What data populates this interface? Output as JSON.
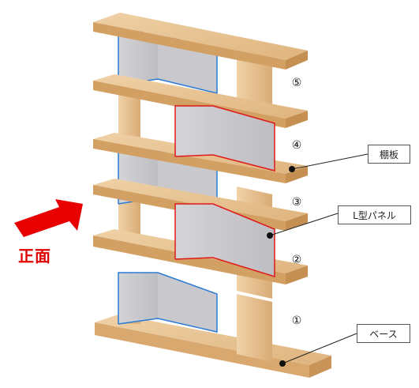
{
  "labels": {
    "shelf_board": "棚板",
    "l_panel": "L型パネル",
    "base": "ベース",
    "front": "正面"
  },
  "levels": [
    "①",
    "②",
    "③",
    "④",
    "⑤"
  ],
  "colors": {
    "wood_top": "#e3bd8b",
    "wood_front": "#d2a066",
    "wood_side": "#e7c79c",
    "panel_fill": "#c6c6ca",
    "back_panel_outline": "#2a7ad6",
    "front_panel_outline": "#e01818",
    "arrow": "#e80000"
  }
}
